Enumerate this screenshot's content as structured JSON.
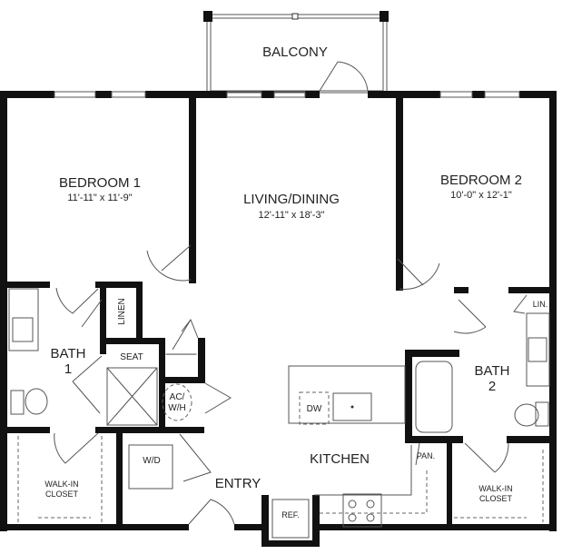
{
  "rooms": {
    "balcony": {
      "name": "BALCONY"
    },
    "bedroom1": {
      "name": "BEDROOM 1",
      "dimensions": "11'-11\" x 11'-9\""
    },
    "living": {
      "name": "LIVING/DINING",
      "dimensions": "12'-11\" x 18'-3\""
    },
    "bedroom2": {
      "name": "BEDROOM 2",
      "dimensions": "10'-0\" x 12'-1\""
    },
    "bath1": {
      "name_line1": "BATH",
      "name_line2": "1"
    },
    "bath2": {
      "name_line1": "BATH",
      "name_line2": "2"
    },
    "linen": {
      "name": "LINEN"
    },
    "lin": {
      "name": "LIN."
    },
    "seat": {
      "name": "SEAT"
    },
    "acwh": {
      "line1": "AC/",
      "line2": "W/H"
    },
    "dw": {
      "name": "DW"
    },
    "wd": {
      "name": "W/D"
    },
    "kitchen": {
      "name": "KITCHEN"
    },
    "entry": {
      "name": "ENTRY"
    },
    "pantry": {
      "name": "PAN."
    },
    "ref": {
      "name": "REF."
    },
    "closet1": {
      "line1": "WALK-IN",
      "line2": "CLOSET"
    },
    "closet2": {
      "line1": "WALK-IN",
      "line2": "CLOSET"
    }
  }
}
